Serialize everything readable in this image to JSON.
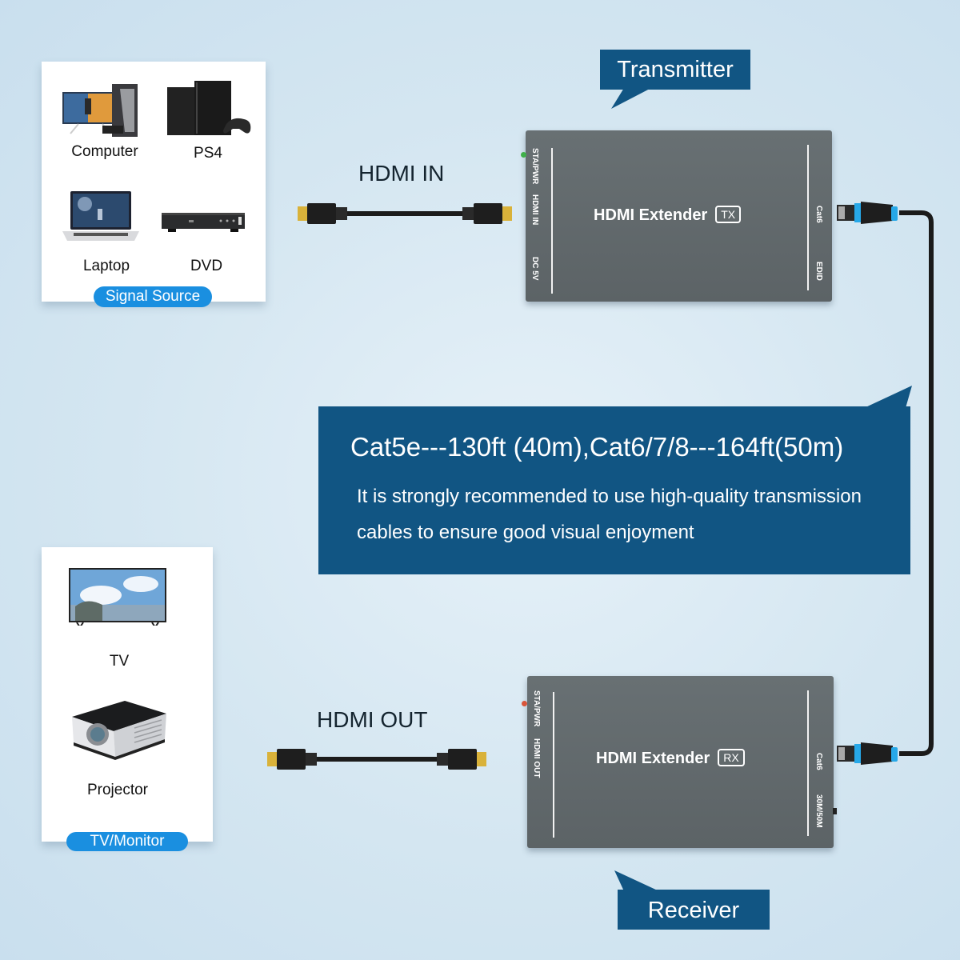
{
  "signal_source": {
    "badge": "Signal Source",
    "devices": [
      {
        "label": "Computer",
        "icon": "computer-icon"
      },
      {
        "label": "PS4",
        "icon": "ps4-console-icon"
      },
      {
        "label": "Laptop",
        "icon": "laptop-icon"
      },
      {
        "label": "DVD",
        "icon": "dvd-player-icon"
      }
    ]
  },
  "display": {
    "badge": "TV/Monitor",
    "devices": [
      {
        "label": "TV",
        "icon": "tv-icon"
      },
      {
        "label": "Projector",
        "icon": "projector-icon"
      }
    ]
  },
  "transmitter": {
    "callout": "Transmitter",
    "title": "HDMI Extender",
    "tag": "TX",
    "left_labels": [
      "STA/PWR",
      "HDMI IN",
      "DC 5V"
    ],
    "right_labels": [
      "Cat6",
      "EDID"
    ],
    "led_color": "#3fb04a"
  },
  "receiver": {
    "callout": "Receiver",
    "title": "HDMI Extender",
    "tag": "RX",
    "left_labels": [
      "STA/PWR",
      "HDMI OUT"
    ],
    "right_labels": [
      "Cat6",
      "30M/50M"
    ],
    "led_color": "#d9553a"
  },
  "cables": {
    "hdmi_in_label": "HDMI IN",
    "hdmi_out_label": "HDMI OUT"
  },
  "info": {
    "headline": "Cat5e---130ft (40m),Cat6/7/8---164ft(50m)",
    "line1": "It is strongly recommended to use high-quality transmission",
    "line2": "cables to ensure good visual enjoyment"
  },
  "colors": {
    "callout_bg": "#115583",
    "pill_bg": "#1a8fe0",
    "device_body": "#5f6668",
    "ethernet_accent": "#27a8e8",
    "hdmi_gold": "#d9b23a"
  }
}
